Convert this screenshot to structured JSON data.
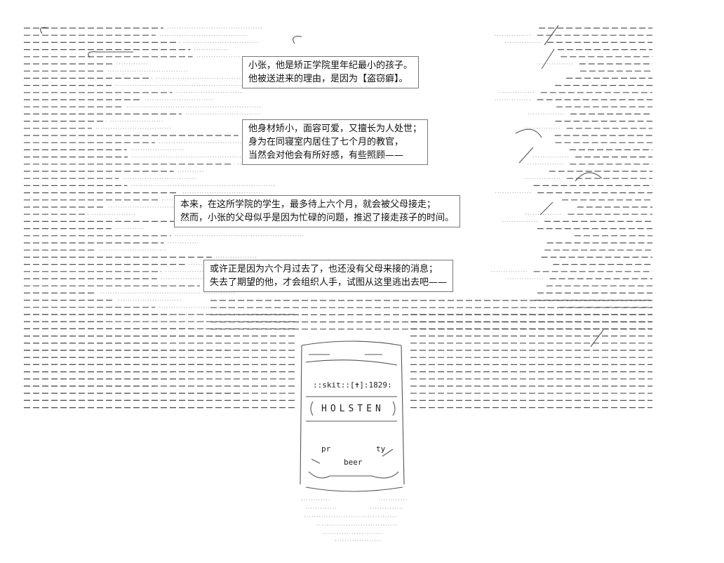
{
  "captions": [
    {
      "lines": [
        "小张，他是矫正学院里年纪最小的孩子。",
        "他被送进来的理由，是因为【盗窃癖】。"
      ]
    },
    {
      "lines": [
        "他身材矫小，面容可爱，又擅长为人处世；",
        "身为在同寝室内居住了七个月的教官，",
        "当然会对他会有所好感，有些照顾——"
      ]
    },
    {
      "lines": [
        "本来，在这所学院的学生，最多待上六个月，就会被父母接走；",
        "然而，小张的父母似乎是因为忙碌的问题，推迟了接走孩子的时间。"
      ]
    },
    {
      "lines": [
        "或许正是因为六个月过去了，也还没有父母来接的消息；",
        "失去了期望的他，才会组织人手，试图从这里逃出去吧——"
      ]
    }
  ],
  "cup": {
    "emblem": "::skit::[✝]:1829:",
    "brand": "HOLSTEN",
    "pr_text": "pr",
    "ty_text": "ty",
    "beer_text": "beer"
  }
}
